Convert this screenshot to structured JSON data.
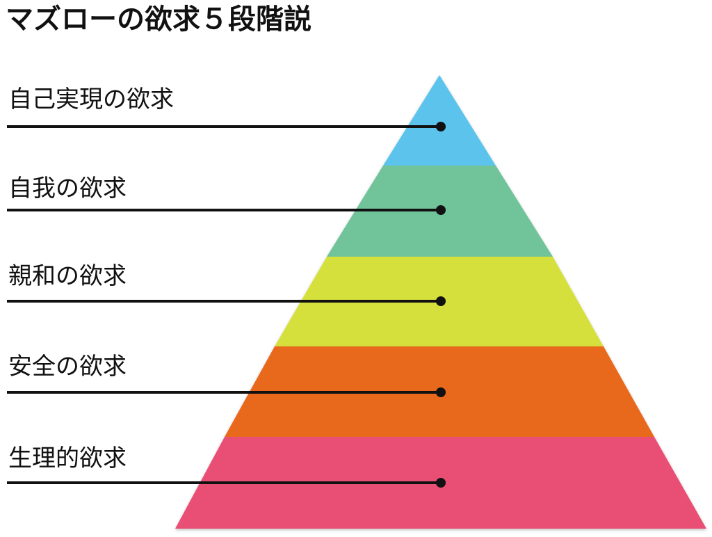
{
  "title": "マズローの欲求５段階説",
  "colors": {
    "level_1": "#5BC4EC",
    "level_2": "#71C39A",
    "level_3": "#D5E03E",
    "level_4": "#E8671A",
    "level_5": "#E95074",
    "line": "#111111"
  },
  "levels": [
    {
      "label": "自己実現の欲求"
    },
    {
      "label": "自我の欲求"
    },
    {
      "label": "親和の欲求"
    },
    {
      "label": "安全の欲求"
    },
    {
      "label": "生理的欲求"
    }
  ]
}
